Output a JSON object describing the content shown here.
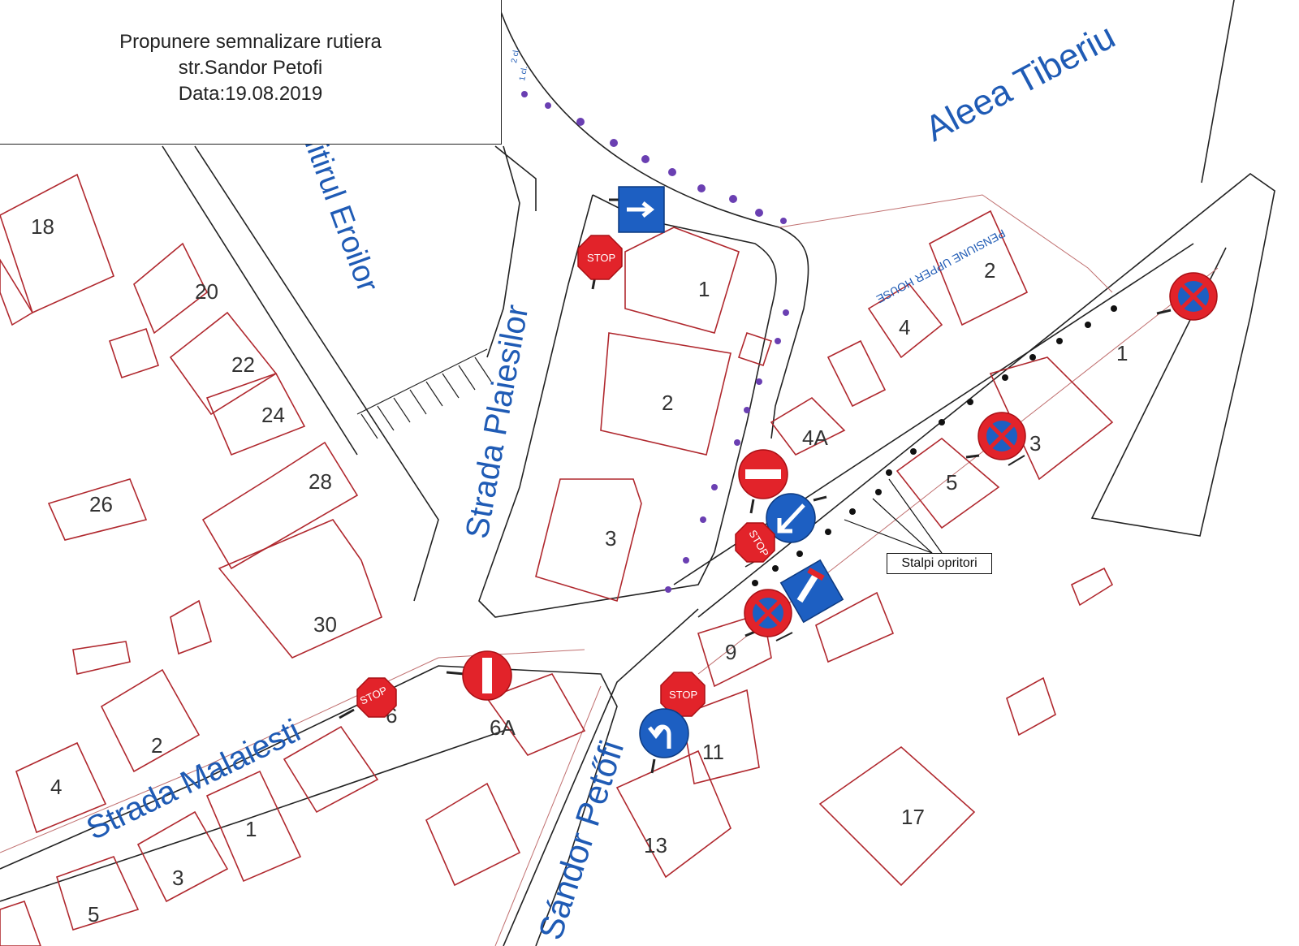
{
  "title": {
    "line1": "Propunere semnalizare rutiera",
    "line2": "str.Sandor Petofi",
    "line3": "Data:19.08.2019"
  },
  "streets": {
    "aleea": "Aleea Tiberiu",
    "cimitirul": "Cimitirul Eroilor",
    "plaiesilor": "Strada Plaiesilor",
    "malaiesti": "Strada Malaiesti",
    "petofi": "Sándor Petőfi"
  },
  "house_numbers": {
    "n18": "18",
    "n20": "20",
    "n22": "22",
    "n24": "24",
    "n26": "26",
    "n28": "28",
    "n30": "30",
    "b1": "1",
    "b2": "2",
    "b3": "3",
    "r2": "2",
    "r4": "4",
    "r4a": "4A",
    "r1": "1",
    "r3": "3",
    "r5": "5",
    "r9": "9",
    "m2": "2",
    "m4": "4",
    "m6": "6",
    "m6a": "6A",
    "m1": "1",
    "m3": "3",
    "m5": "5",
    "p11": "11",
    "p13": "13",
    "p17": "17"
  },
  "pension_label": "PENSIUNE UPPER HOUSE",
  "stalpi_label": "Stalpi opritori",
  "stop_text": "STOP",
  "cl_labels": [
    "2 cl.",
    "1 cl."
  ],
  "colors": {
    "street_label": "#1f5bb5",
    "building": "#b0282e",
    "sign_red": "#e2232a",
    "sign_blue": "#1d5fc2",
    "post_dot": "#6a3fb2"
  },
  "icons": [
    "stop-sign-icon",
    "no-entry-icon",
    "no-stopping-icon",
    "one-way-arrow-icon",
    "keep-left-icon",
    "turn-left-icon",
    "dead-end-icon"
  ]
}
